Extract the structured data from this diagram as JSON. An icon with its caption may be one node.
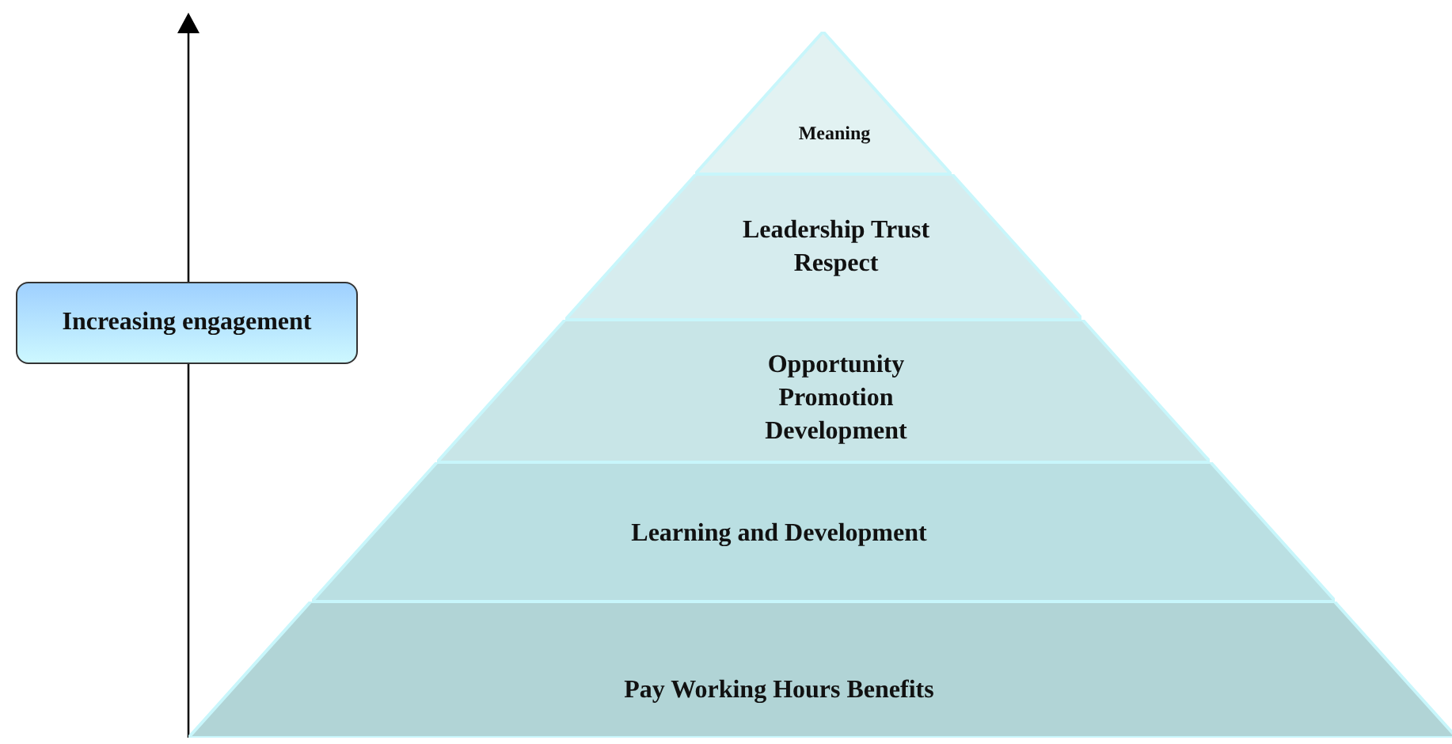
{
  "diagram": {
    "nodes": [
      {
        "text": [
          "Increasing engagement"
        ]
      },
      {
        "text": [
          "Meaning"
        ]
      },
      {
        "text": [
          "Leadership Trust Respect"
        ]
      },
      {
        "text": [
          "Opportunity Promotion Development"
        ]
      },
      {
        "text": [
          "Learning and Development"
        ]
      },
      {
        "text": [
          "Pay Working Hours Benefits"
        ]
      }
    ]
  }
}
